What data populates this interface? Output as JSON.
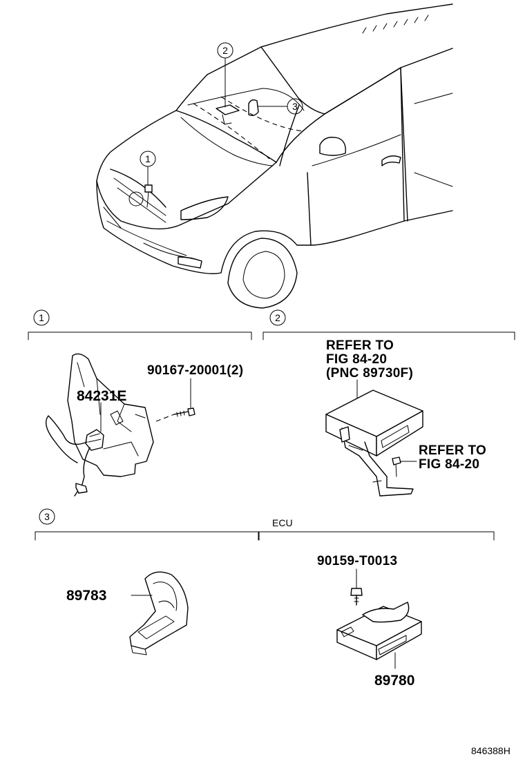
{
  "callouts": {
    "c1": "1",
    "c2": "2",
    "c3": "3"
  },
  "sections": {
    "s1": {
      "badge": "1"
    },
    "s2": {
      "badge": "2"
    },
    "s3": {
      "badge": "3"
    },
    "ecu": {
      "title": "ECU"
    }
  },
  "parts": {
    "bolt1": "90167-20001(2)",
    "sensor": "84231E",
    "refer1": [
      "REFER TO",
      "FIG 84-20",
      "(PNC 89730F)"
    ],
    "refer2": [
      "REFER TO",
      "FIG 84-20"
    ],
    "bracket": "89783",
    "bolt2": "90159-T0013",
    "ecu": "89780"
  },
  "illustration_code": "846388H"
}
